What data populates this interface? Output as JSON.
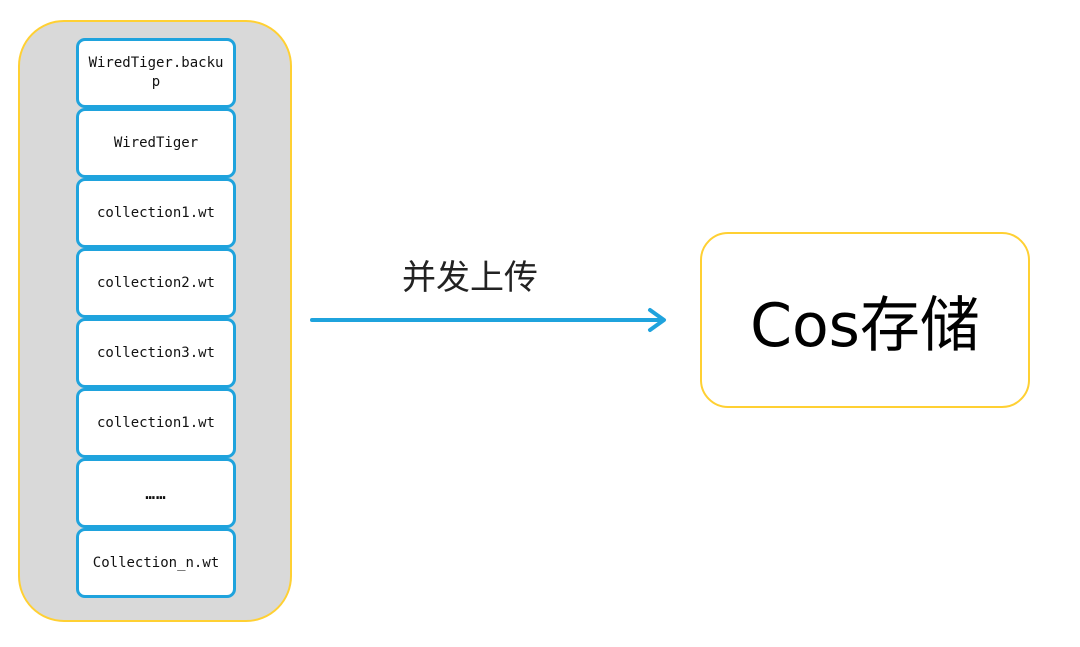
{
  "files": [
    "WiredTiger.backup",
    "WiredTiger",
    "collection1.wt",
    "collection2.wt",
    "collection3.wt",
    "collection1.wt",
    "……",
    "Collection_n.wt"
  ],
  "arrow": {
    "label": "并发上传"
  },
  "target": {
    "label": "Cos存储"
  },
  "colors": {
    "file_border": "#1fa3dd",
    "container_fill": "#d9d9d9",
    "container_border": "#ffd033",
    "arrow": "#1fa3dd"
  }
}
